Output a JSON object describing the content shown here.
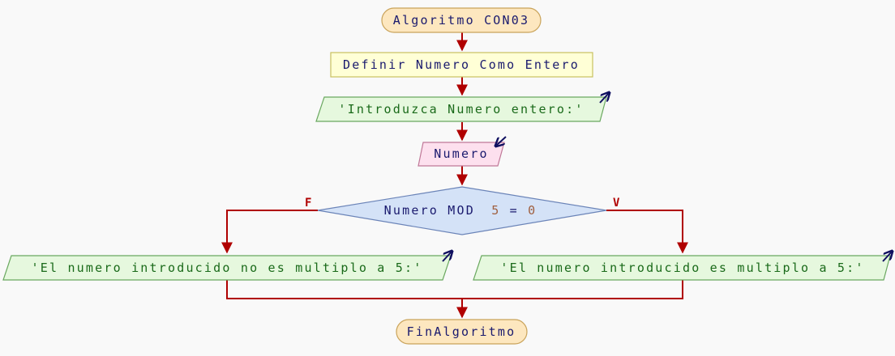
{
  "diagram": {
    "start": "Algoritmo CON03",
    "define": "Definir Numero Como Entero",
    "prompt_output": "'Introduzca Numero entero:'",
    "input": "Numero",
    "condition": {
      "variable": "Numero MOD",
      "number": "5",
      "operator": "=",
      "value": "0"
    },
    "false_label": "F",
    "true_label": "V",
    "false_output": "'El numero introducido no es multiplo a 5:'",
    "true_output": "'El numero introducido es multiplo a 5:'",
    "end": "FinAlgoritmo"
  },
  "colors": {
    "flow_line": "#b00000",
    "terminal_fill": "#fde7bf",
    "terminal_stroke": "#c9a35a",
    "process_fill": "#ffffd6",
    "process_stroke": "#c8c060",
    "output_fill": "#e6f8de",
    "output_stroke": "#6aa860",
    "input_fill": "#fde0ee",
    "input_stroke": "#c07898",
    "decision_fill": "#d4e2f7",
    "decision_stroke": "#6b84b8",
    "text_main": "#1a1a6e",
    "text_output": "#1a6a1a",
    "text_number": "#a06040",
    "io_arrow": "#101060"
  },
  "icons": [
    "output-arrow-icon",
    "input-arrow-icon"
  ]
}
